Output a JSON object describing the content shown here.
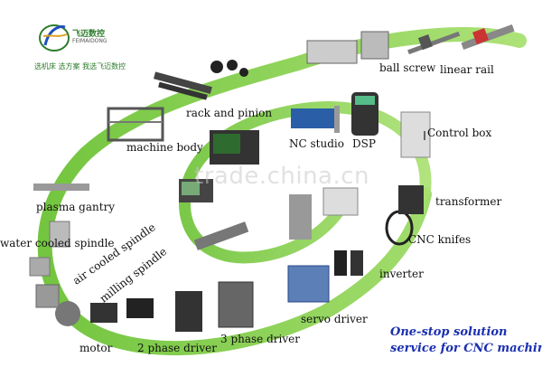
{
  "brand": {
    "name": "飞迈数控",
    "pinyin": "FEIMAIDONG",
    "tagline": "选机床 选方案 我选飞迈数控"
  },
  "labels": {
    "ball_screw": "ball screw",
    "linear_rail": "linear rail",
    "rack_and_pinion": "rack and pinion",
    "machine_body": "machine body",
    "nc_studio": "NC studio",
    "dsp": "DSP",
    "control_box": "Control box",
    "plasma_gantry": "plasma gantry",
    "water_cooled_spindle": "water cooled spindle",
    "air_cooled_spindle": "air cooled spindle",
    "milling_spindle": "milling spindle",
    "transformer": "transformer",
    "cnc_knifes": "CNC knifes",
    "inverter": "inverter",
    "servo_driver": "servo driver",
    "motor": "motor",
    "two_phase_driver": "2 phase driver",
    "three_phase_driver": "3 phase driver"
  },
  "slogan": {
    "line1": "One-stop solution",
    "line2": "service for CNC machine"
  },
  "watermark": "trade.china.cn",
  "colors": {
    "swoosh": "#8cd248",
    "swoosh_dark": "#5fb329",
    "slogan": "#1a2fb0",
    "brand_text": "#2e7d2e"
  }
}
